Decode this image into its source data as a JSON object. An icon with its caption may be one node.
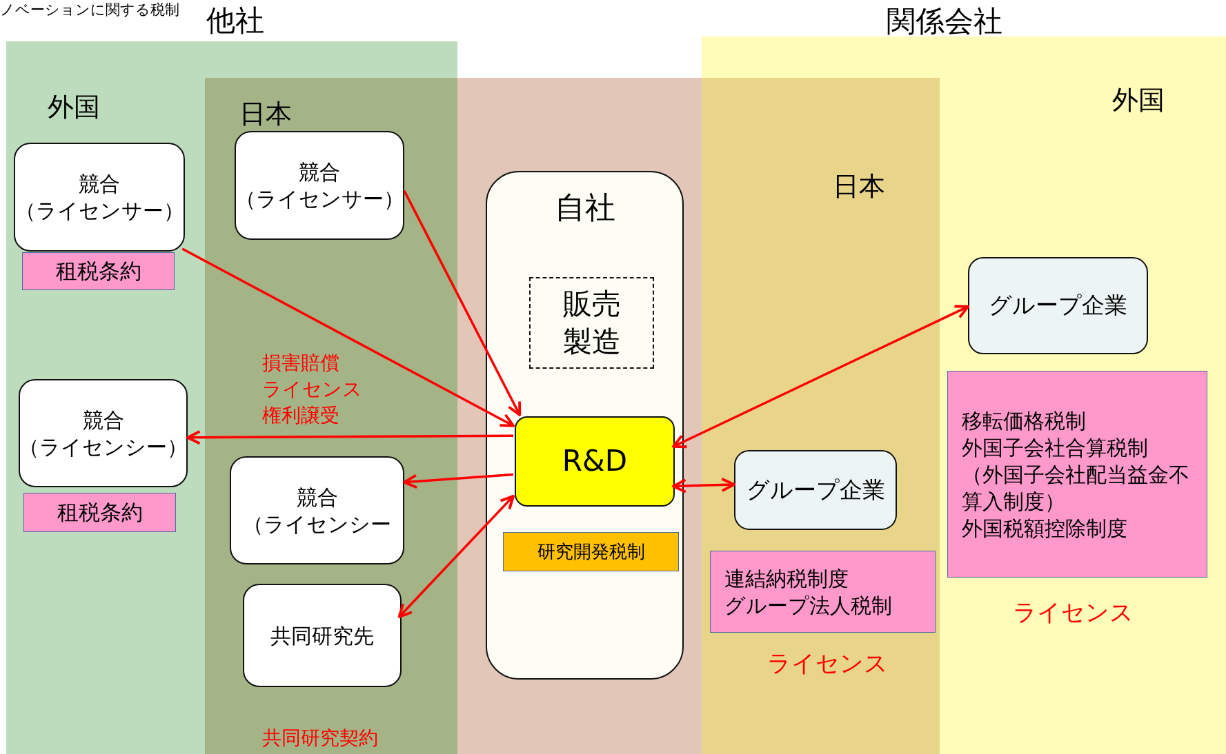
{
  "diagram": {
    "nodes": [
      {
        "text": [
          "他社",
          "外国"
        ]
      },
      {
        "text": [
          "日本"
        ],
        "in": 0
      },
      {
        "text": [
          "競合",
          "（ライセンサー）"
        ],
        "in": 0
      },
      {
        "text": [
          "租税条約"
        ],
        "in": 0
      },
      {
        "text": [
          "競合",
          "（ライセンサー）"
        ],
        "in": 1
      },
      {
        "text": [
          "競合",
          "（ライセンシー）"
        ],
        "in": 0
      },
      {
        "text": [
          "租税条約"
        ],
        "in": 0
      },
      {
        "text": [
          "競合",
          "（ライセンシー"
        ],
        "in": 1
      },
      {
        "text": [
          "共同研究先"
        ],
        "in": 1
      },
      {
        "text": [
          "自社"
        ]
      },
      {
        "text": [
          "販売",
          "製造"
        ],
        "in": 9
      },
      {
        "text": [
          "R&D"
        ],
        "in": 9
      },
      {
        "text": [
          "研究開発税制"
        ],
        "in": 9
      },
      {
        "text": [
          "関係会社",
          "外国"
        ]
      },
      {
        "text": [
          "日本"
        ],
        "in": 13
      },
      {
        "text": [
          "グループ企業"
        ],
        "in": 13
      },
      {
        "text": [
          "移転価格税制",
          "外国子会社合算税制",
          "（外国子会社配当益金不算入制度）",
          "外国税額控除制度"
        ],
        "in": 13
      },
      {
        "text": [
          "グループ企業"
        ],
        "in": 14
      },
      {
        "text": [
          "連結納税制度",
          "グループ法人税制"
        ],
        "in": 14
      }
    ],
    "edges": [
      {
        "from": 2,
        "to": 11,
        "arrow": "to"
      },
      {
        "from": 4,
        "to": 11,
        "arrow": "to"
      },
      {
        "from": 11,
        "to": 5,
        "arrow": "to"
      },
      {
        "from": 11,
        "to": 7,
        "arrow": "to"
      },
      {
        "from": 11,
        "to": 8,
        "arrow": "both"
      },
      {
        "from": 11,
        "to": 15,
        "arrow": "both"
      },
      {
        "from": 11,
        "to": 17,
        "arrow": "both"
      }
    ],
    "labels": [
      "ノベーションに関する税制",
      "損害賠償",
      "ライセンス",
      "権利譲受",
      "共同研究契約",
      "ライセンス",
      "ライセンス"
    ]
  }
}
